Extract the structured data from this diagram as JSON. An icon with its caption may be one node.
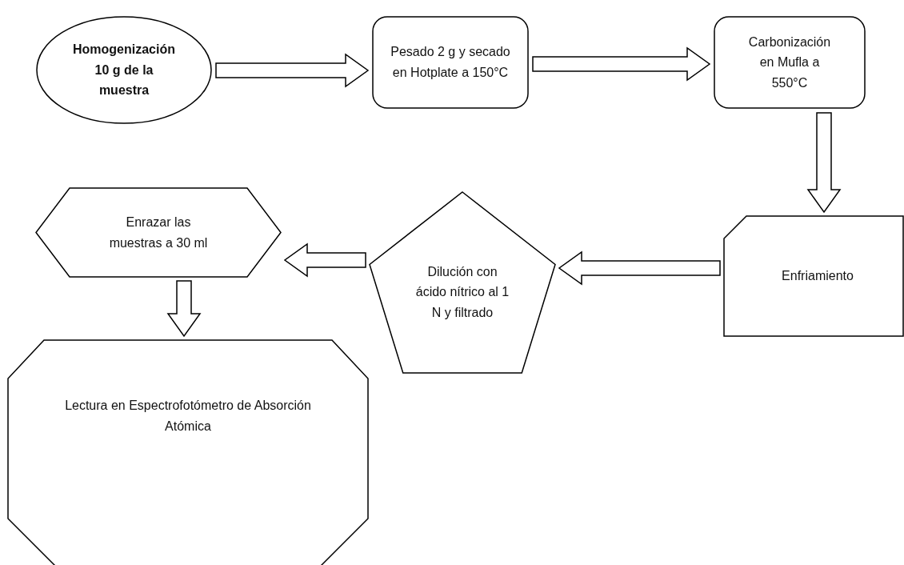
{
  "diagram": {
    "nodes": [
      {
        "text": [
          "Homogenización 10 g de la muestra"
        ]
      },
      {
        "text": [
          "Pesado 2 g y secado en Hotplate a 150°C"
        ]
      },
      {
        "text": [
          "Carbonización en Mufla a 550°C"
        ]
      },
      {
        "text": [
          "Enfriamiento"
        ]
      },
      {
        "text": [
          "Dilución con ácido nítrico al 1 N y filtrado"
        ]
      },
      {
        "text": [
          "Enrazar las muestras a 30 ml"
        ]
      },
      {
        "text": [
          "Lectura en Espectrofotómetro de Absorción Atómica"
        ]
      }
    ],
    "edges": [
      {
        "from": 0,
        "to": 1,
        "arrow": "to"
      },
      {
        "from": 1,
        "to": 2,
        "arrow": "to"
      },
      {
        "from": 2,
        "to": 3,
        "arrow": "to"
      },
      {
        "from": 3,
        "to": 4,
        "arrow": "to"
      },
      {
        "from": 4,
        "to": 5,
        "arrow": "to"
      },
      {
        "from": 5,
        "to": 6,
        "arrow": "to"
      }
    ]
  }
}
